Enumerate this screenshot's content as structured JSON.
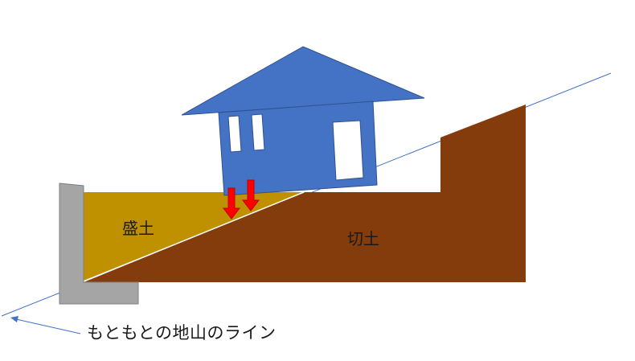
{
  "labels": {
    "fill": "盛土",
    "cut": "切土",
    "original_ground": "もともとの地山のライン"
  },
  "colors": {
    "house": "#4472C4",
    "house_outline": "#2F528F",
    "fill_soil": "#BF9000",
    "cut_soil": "#843C0C",
    "retaining_wall": "#A5A5A5",
    "arrow": "#FF0000",
    "ground_line": "#4472C4"
  },
  "icons": {
    "settlement_arrow": "down-arrow-icon",
    "pointer_arrow": "arrow-icon"
  }
}
